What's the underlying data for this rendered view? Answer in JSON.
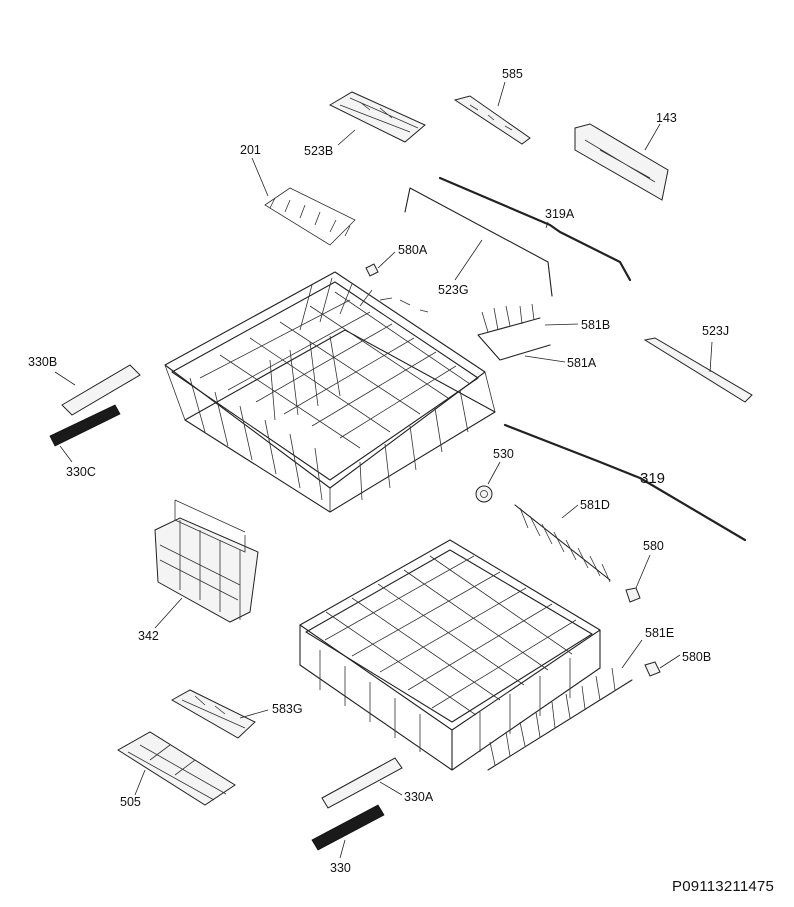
{
  "diagram": {
    "reference_code": "P09113211475",
    "labels": {
      "585": "585",
      "143": "143",
      "523B": "523B",
      "201": "201",
      "319A": "319A",
      "580A": "580A",
      "523G": "523G",
      "581B": "581B",
      "581A": "581A",
      "523J": "523J",
      "330B": "330B",
      "330C": "330C",
      "530": "530",
      "319": "319",
      "581D": "581D",
      "580": "580",
      "342": "342",
      "581E": "581E",
      "580B": "580B",
      "583G": "583G",
      "505": "505",
      "330A": "330A",
      "330": "330"
    }
  }
}
